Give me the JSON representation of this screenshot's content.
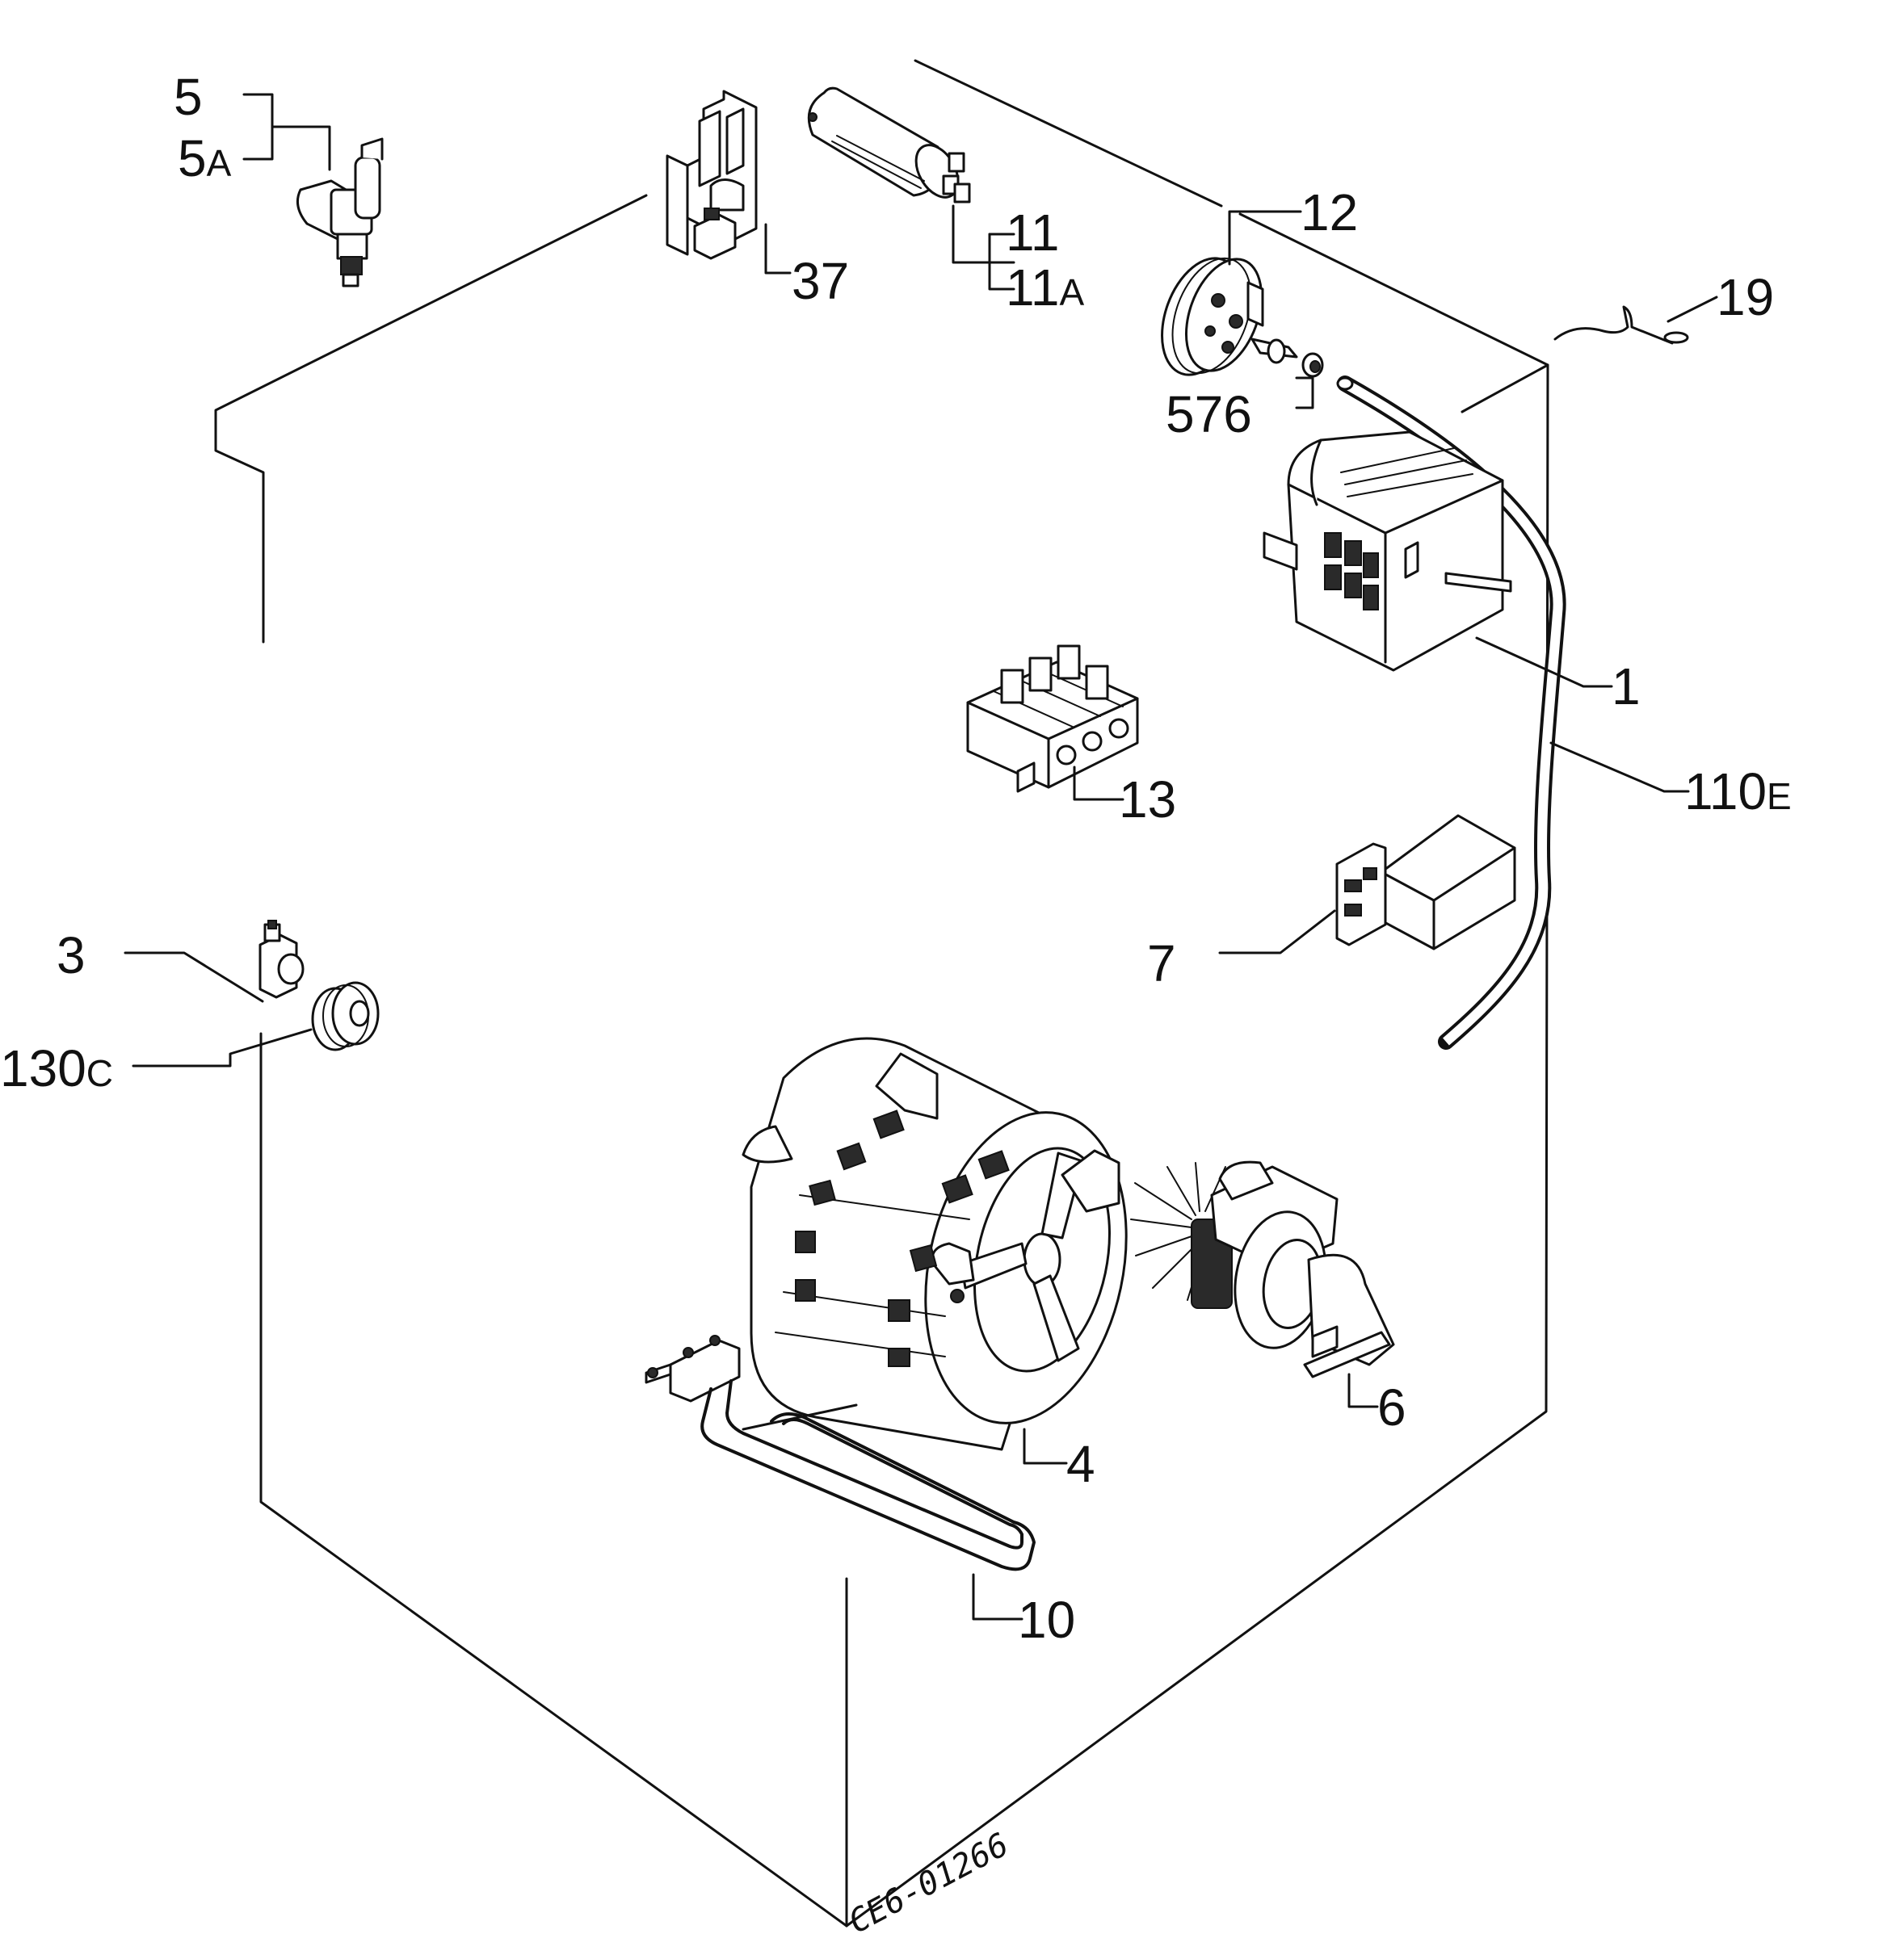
{
  "labels": {
    "p5": "5",
    "p5a_num": "5",
    "p5a_suf": "A",
    "p37": "37",
    "p11": "11",
    "p11a_num": "11",
    "p11a_suf": "A",
    "p12": "12",
    "p19": "19",
    "p576": "576",
    "p1": "1",
    "p110e_num": "110",
    "p110e_suf": "E",
    "p13": "13",
    "p7": "7",
    "p3": "3",
    "p130c_num": "130",
    "p130c_suf": "C",
    "p6": "6",
    "p4": "4",
    "p10": "10"
  },
  "drawing_code": "CE6-01266"
}
